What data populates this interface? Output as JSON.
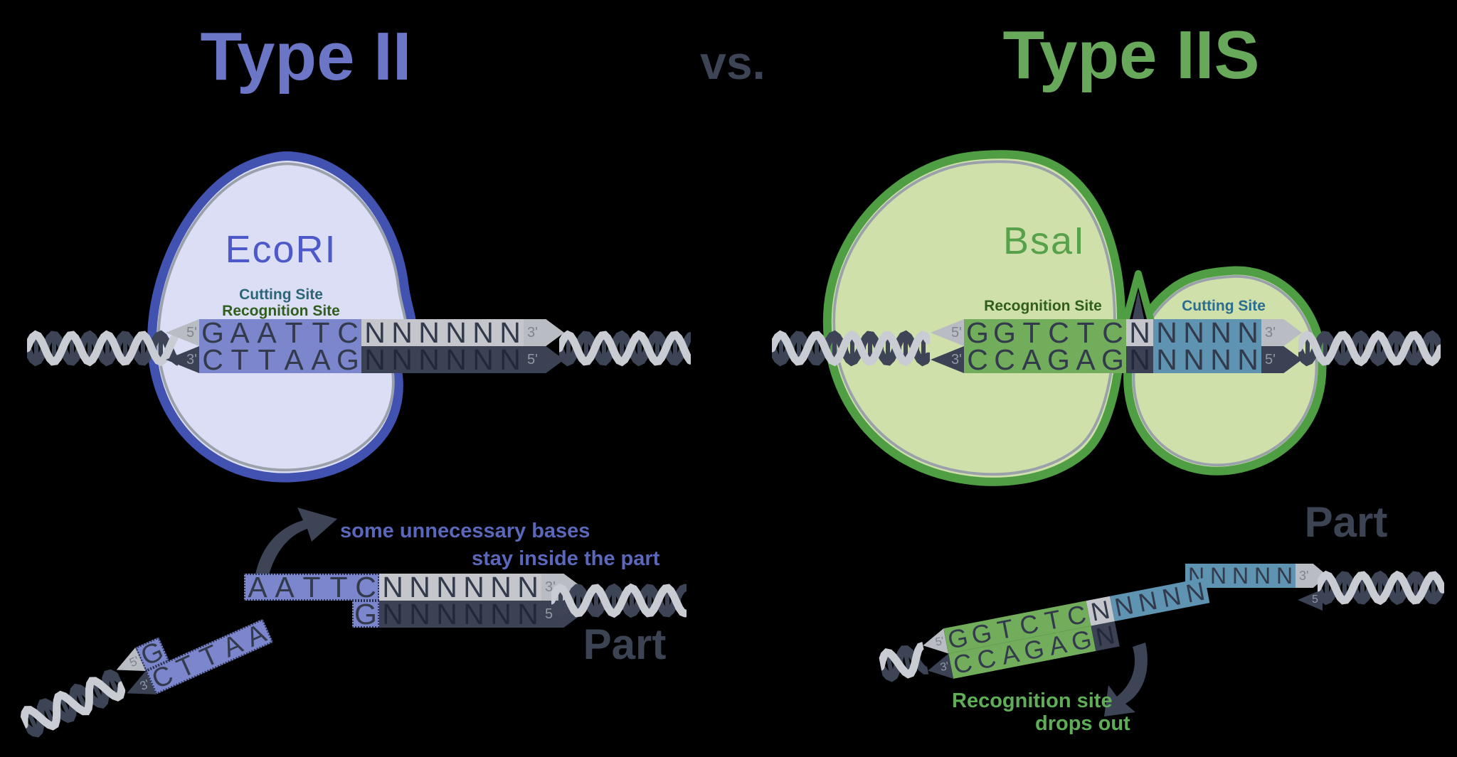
{
  "titles": {
    "left": "Type II",
    "middle": "vs.",
    "right": "Type IIS"
  },
  "prime": {
    "five": "5'",
    "three": "3'"
  },
  "left_diagram": {
    "enzyme": "EcoRI",
    "cutting_site_label": "Cutting Site",
    "recognition_site_label": "Recognition Site",
    "top_recognition": "GAATTC",
    "top_flank": "NNNNNN",
    "bottom_recognition": "CTTAAG",
    "bottom_flank": "NNNNNN"
  },
  "right_diagram": {
    "enzyme": "BsaI",
    "recognition_site_label": "Recognition Site",
    "cutting_site_label": "Cutting Site",
    "top_recognition": "GGTCTC",
    "top_spacer": "N",
    "top_cut": "NNNN",
    "bottom_recognition": "CCAGAG",
    "bottom_spacer": "N",
    "bottom_cut": "NNNN"
  },
  "bottom_left": {
    "note_line1": "some unnecessary bases",
    "note_line2": "stay inside the part",
    "part_label": "Part",
    "right_fragment": {
      "top_overhang": "AATTC",
      "top_flank": "NNNNNN",
      "bottom_base": "G",
      "bottom_flank": "NNNNNN"
    },
    "left_fragment": {
      "top_base": "G",
      "bottom_overhang": "CTTAA"
    }
  },
  "bottom_right": {
    "part_label": "Part",
    "part_fragment": {
      "top_overhang": "NNNNN"
    },
    "dropped_fragment": {
      "top_recognition": "GGTCTC",
      "top_spacer": "N",
      "top_overhang": "NNNN",
      "bottom_recognition": "CCAGAG",
      "bottom_spacer": "N"
    },
    "note_line1": "Recognition site",
    "note_line2": "drops out"
  },
  "colors": {
    "title_left": "#6b76c6",
    "title_vs": "#3d4455",
    "title_right": "#68a85b",
    "enzyme_blue_fill": "#dbdef5",
    "enzyme_blue_border": "#4152b0",
    "enzyme_blue_text": "#4d59c8",
    "enzyme_green_fill": "#cfe0ab",
    "enzyme_green_border": "#4f9e43",
    "enzyme_green_text": "#57a14a",
    "label_cut_left": "#2b6577",
    "label_recognition": "#2f5e1d",
    "label_cut_right": "#2a6d8e",
    "purple_block": "#7b86cc",
    "gray_block": "#c4c6cb",
    "dark_block": "#3b4254",
    "green_block": "#71ad5a",
    "teal_block": "#5e93b1",
    "letter": "#333a4c",
    "letter_on_dark": "#222839",
    "tag_gray": "#b9bcc3",
    "prime_on_gray": "#7e838d",
    "prime_on_dark": "#9098a5",
    "helix_light": "#c9ccd2",
    "helix_dark": "#3d4456",
    "note_purple": "#5b67ba",
    "note_green": "#5fae57",
    "part_text": "#3c4353",
    "inner_line": "#9aa1ab"
  }
}
